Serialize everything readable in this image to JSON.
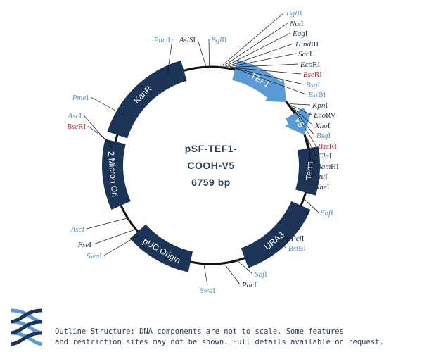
{
  "plasmid": {
    "name_line1": "pSF-TEF1-",
    "name_line2": "COOH-V5",
    "size": "6759 bp"
  },
  "features": [
    {
      "label": "KanR"
    },
    {
      "label": "TEF1"
    },
    {
      "label": "V5"
    },
    {
      "label": "Term"
    },
    {
      "label": "URA3"
    },
    {
      "label": "pUC Origin"
    },
    {
      "label": "2 Micron Ori"
    }
  ],
  "sites": [
    {
      "it": "Bgl",
      "rest": "II",
      "color": "#5a8fc7"
    },
    {
      "it": "Not",
      "rest": "I",
      "color": "#1c2f4a"
    },
    {
      "it": "Eag",
      "rest": "I",
      "color": "#1c2f4a"
    },
    {
      "it": "Hind",
      "rest": "III",
      "color": "#1c2f4a"
    },
    {
      "it": "Sac",
      "rest": "I",
      "color": "#1c2f4a"
    },
    {
      "it": "Eco",
      "rest": "RI",
      "color": "#1c2f4a"
    },
    {
      "it": "Bse",
      "rest": "RI",
      "color": "#b01e23"
    },
    {
      "it": "Bsg",
      "rest": "I",
      "color": "#5a8fc7"
    },
    {
      "it": "Bst",
      "rest": "BI",
      "color": "#5a8fc7"
    },
    {
      "it": "Kpn",
      "rest": "I",
      "color": "#1c2f4a"
    },
    {
      "it": "Eco",
      "rest": "RV",
      "color": "#1c2f4a"
    },
    {
      "it": "Xho",
      "rest": "I",
      "color": "#1c2f4a"
    },
    {
      "it": "Bsg",
      "rest": "I",
      "color": "#5a8fc7"
    },
    {
      "it": "Bse",
      "rest": "RI",
      "color": "#b01e23"
    },
    {
      "it": "Cla",
      "rest": "I",
      "color": "#1c2f4a"
    },
    {
      "it": "Bam",
      "rest": "HI",
      "color": "#1c2f4a"
    },
    {
      "it": "Stu",
      "rest": "I",
      "color": "#1c2f4a"
    },
    {
      "it": "Nhe",
      "rest": "I",
      "color": "#1c2f4a"
    },
    {
      "it": "Sbf",
      "rest": "I",
      "color": "#5a8fc7"
    },
    {
      "it": "Pci",
      "rest": "I",
      "color": "#1c2f4a"
    },
    {
      "it": "Bst",
      "rest": "BI",
      "color": "#5a8fc7"
    },
    {
      "it": "Sbf",
      "rest": "I",
      "color": "#5a8fc7"
    },
    {
      "it": "Pac",
      "rest": "I",
      "color": "#1c2f4a"
    },
    {
      "it": "Swa",
      "rest": "I",
      "color": "#5a8fc7"
    },
    {
      "it": "Swa",
      "rest": "I",
      "color": "#5a8fc7"
    },
    {
      "it": "Fse",
      "rest": "I",
      "color": "#1c2f4a"
    },
    {
      "it": "Asc",
      "rest": "I",
      "color": "#5a8fc7"
    },
    {
      "it": "Bse",
      "rest": "RI",
      "color": "#b01e23"
    },
    {
      "it": "Asc",
      "rest": "I",
      "color": "#5a8fc7"
    },
    {
      "it": "Pme",
      "rest": "I",
      "color": "#5a8fc7"
    },
    {
      "it": "Pme",
      "rest": "I",
      "color": "#5a8fc7"
    },
    {
      "it": "AsiS",
      "rest": "I",
      "color": "#1c2f4a"
    },
    {
      "it": "Bgl",
      "rest": "II",
      "color": "#5a8fc7"
    }
  ],
  "footer": {
    "line1": "Outline Structure: DNA components are not to scale. Some features",
    "line2": "and restriction sites may not be shown. Full details available on request."
  },
  "colors": {
    "feature_dark": "#1c3557",
    "feature_light": "#5b9bd5",
    "backbone": "#111111",
    "site_dark": "#1c2f4a",
    "site_light": "#5a8fc7",
    "site_red": "#b01e23"
  },
  "icons": [
    "dna-helix-icon"
  ]
}
